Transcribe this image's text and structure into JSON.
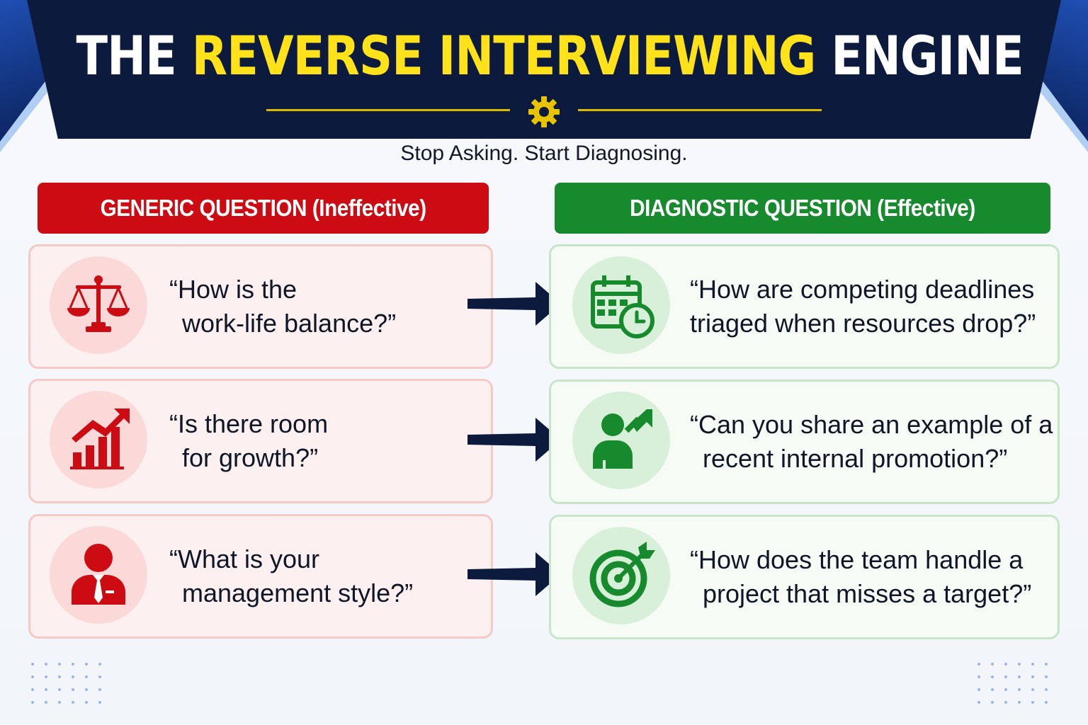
{
  "header": {
    "title_part1": "THE ",
    "title_highlight": "REVERSE INTERVIEWING",
    "title_part2": " ENGINE",
    "subtitle": "Stop Asking. Start Diagnosing."
  },
  "columns": {
    "generic_label": "GENERIC QUESTION (Ineffective)",
    "diagnostic_label": "DIAGNOSTIC QUESTION (Effective)"
  },
  "rows": [
    {
      "generic": {
        "icon": "scale-icon",
        "line1": "“How is the",
        "line2": "work-life balance?”"
      },
      "diagnostic": {
        "icon": "calendar-clock-icon",
        "line1": "“How are competing deadlines",
        "line2": "triaged when resources drop?”"
      }
    },
    {
      "generic": {
        "icon": "growth-chart-icon",
        "line1": "“Is there room",
        "line2": "for growth?”"
      },
      "diagnostic": {
        "icon": "person-promotion-icon",
        "line1": "“Can you share an example of a",
        "line2": "recent internal promotion?”"
      }
    },
    {
      "generic": {
        "icon": "manager-icon",
        "line1": "“What is your",
        "line2": "management style?”"
      },
      "diagnostic": {
        "icon": "target-icon",
        "line1": "“How does the team handle a",
        "line2": "project that misses a target?”"
      }
    }
  ],
  "colors": {
    "banner": "#0c1a3e",
    "highlight": "#ffe21a",
    "generic_red": "#cc0c12",
    "diagnostic_green": "#178a2e",
    "arrow": "#0c1a3e"
  }
}
